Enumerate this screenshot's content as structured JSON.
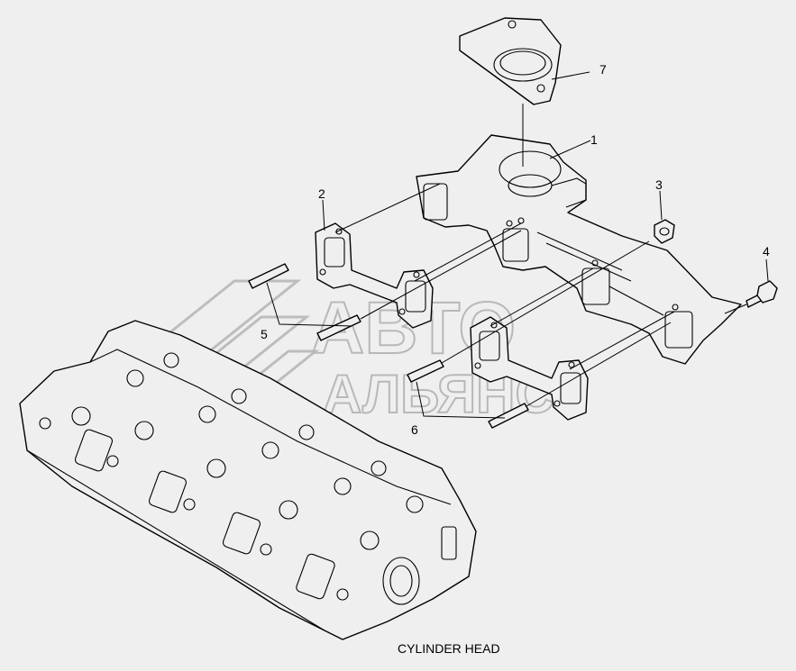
{
  "caption": "CYLINDER HEAD",
  "callouts": [
    "1",
    "2",
    "3",
    "4",
    "5",
    "6",
    "7"
  ],
  "watermark": {
    "line1": "АВТО",
    "line2": "АЛЬЯНС"
  },
  "colors": {
    "background": "#efefef",
    "line": "#000000",
    "watermark": "#b8b8b8"
  }
}
